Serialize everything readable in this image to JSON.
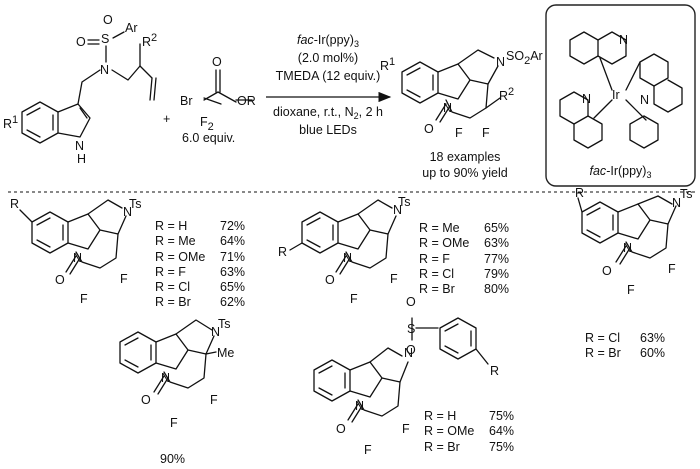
{
  "colors": {
    "ink": "#111111",
    "background": "#ffffff",
    "box_border": "#222222"
  },
  "reaction": {
    "catalyst_prefix": "fac",
    "catalyst_suffix": "-Ir(ppy)",
    "catalyst_sub": "3",
    "catalyst_loading": "(2.0 mol%)",
    "base": "TMEDA (12 equiv.)",
    "conditions": "dioxane, r.t., N",
    "conditions_sub": "2",
    "conditions_tail": ", 2 h",
    "light": "blue LEDs",
    "reagent_equiv": "6.0 equiv.",
    "plus": "+",
    "examples": "18 examples",
    "yield": "up to 90% yield"
  },
  "labels": {
    "R1": "R",
    "R1_sup": "1",
    "R2": "R",
    "R2_sup": "2",
    "sulfonyl_Ar": "Ar",
    "so2ar_a": "SO",
    "so2ar_sub": "2",
    "so2ar_b": "Ar",
    "N": "N",
    "NH": "H",
    "O": "O",
    "S": "S",
    "Br": "Br",
    "F": "F",
    "F2": "F",
    "F2_sub": "2",
    "OR": "OR",
    "Ts": "Ts",
    "Me": "Me",
    "R": "R",
    "Ir": "Ir"
  },
  "catalyst_box": {
    "prefix": "fac",
    "suffix": "-Ir(ppy)",
    "sub": "3"
  },
  "substrate_tables": {
    "series1": [
      {
        "r": "R = H",
        "y": "72%"
      },
      {
        "r": "R = Me",
        "y": "64%"
      },
      {
        "r": "R = OMe",
        "y": "71%"
      },
      {
        "r": "R = F",
        "y": "63%"
      },
      {
        "r": "R = Cl",
        "y": "65%"
      },
      {
        "r": "R = Br",
        "y": "62%"
      }
    ],
    "series2": [
      {
        "r": "R = Me",
        "y": "65%"
      },
      {
        "r": "R = OMe",
        "y": "63%"
      },
      {
        "r": "R = F",
        "y": "77%"
      },
      {
        "r": "R = Cl",
        "y": "79%"
      },
      {
        "r": "R = Br",
        "y": "80%"
      }
    ],
    "series3": [
      {
        "r": "R = Cl",
        "y": "63%"
      },
      {
        "r": "R = Br",
        "y": "60%"
      }
    ],
    "series4_yield": "90%",
    "series5": [
      {
        "r": "R = H",
        "y": "75%"
      },
      {
        "r": "R = OMe",
        "y": "64%"
      },
      {
        "r": "R = Br",
        "y": "75%"
      }
    ]
  }
}
